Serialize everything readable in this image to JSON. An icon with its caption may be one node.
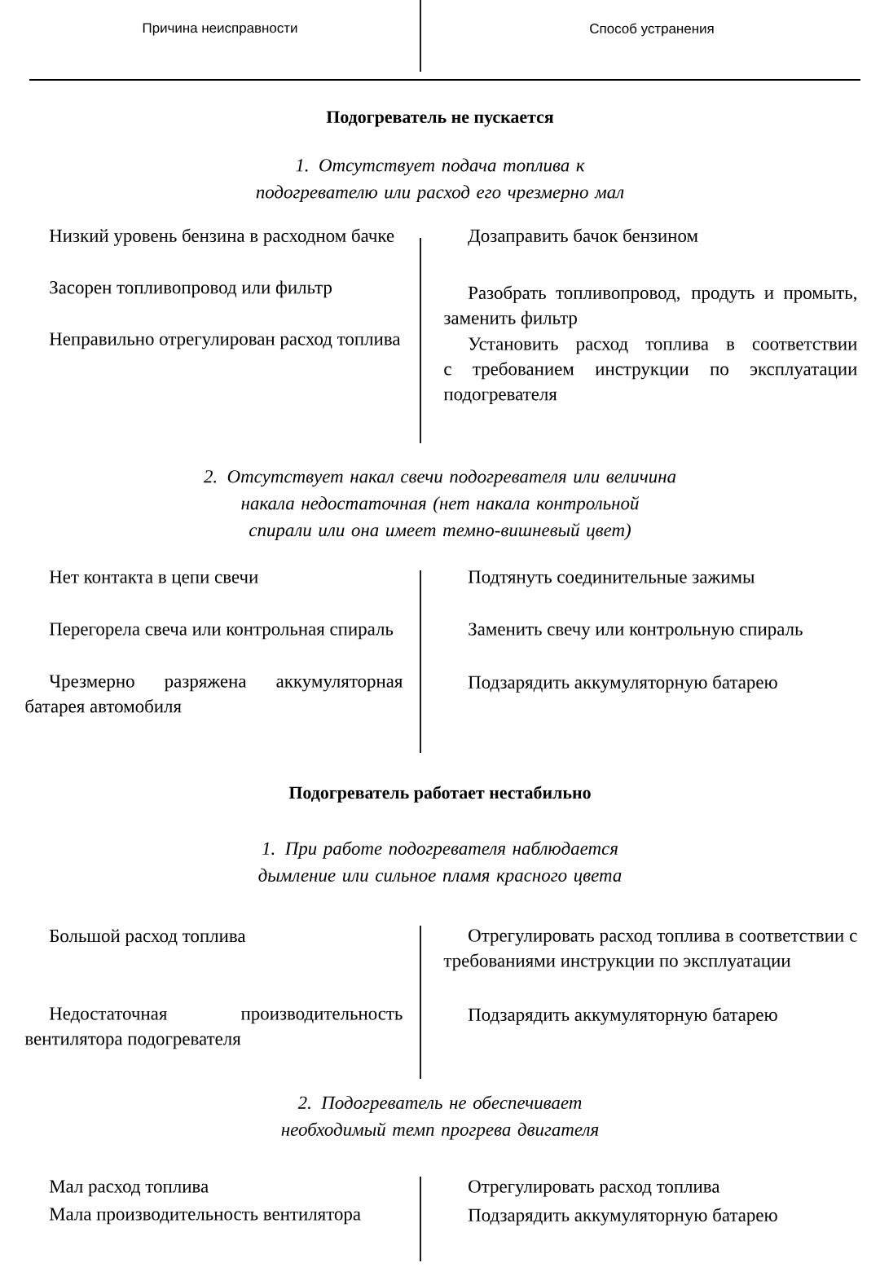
{
  "diagram": {
    "labels": [
      "Причина неисправности",
      "Способ устранения",
      "Подогреватель не пускается",
      "1. Отсутствует подача топлива к подогревателю или расход его чрезмерно мал",
      "Низкий уровень бензина в расходном бачке",
      "Дозаправить бачок бензином",
      "Засорен топливопровод или фильтр",
      "Разобрать топливопровод, продуть и промыть, заменить фильтр",
      "Неправильно отрегулирован расход топлива",
      "Установить расход топлива в соответствии с требованием инструкции по эксплуатации подогревателя",
      "2. Отсутствует накал свечи подогревателя или величина накала недостаточная (нет накала контрольной спирали или она имеет темно-вишневый цвет)",
      "Нет контакта в цепи свечи",
      "Подтянуть соединительные зажимы",
      "Перегорела свеча или контрольная спираль",
      "Заменить свечу или контрольную спираль",
      "Чрезмерно разряжена аккумуляторная батарея автомобиля",
      "Подзарядить аккумуляторную батарею",
      "Подогреватель работает нестабильно",
      "1. При работе подогревателя наблюдается дымление или сильное пламя красного цвета",
      "Большой расход топлива",
      "Отрегулировать расход топлива в соответствии с требованиями инструкции по эксплуатации",
      "Недостаточная производительность вентилятора подогревателя",
      "Подзарядить аккумуляторную батарею",
      "2. Подогреватель не обеспечивает необходимый темп прогрева двигателя",
      "Мал расход топлива",
      "Отрегулировать расход топлива",
      "Мала производительность вентилятора",
      "Подзарядить аккумуляторную батарею"
    ]
  }
}
